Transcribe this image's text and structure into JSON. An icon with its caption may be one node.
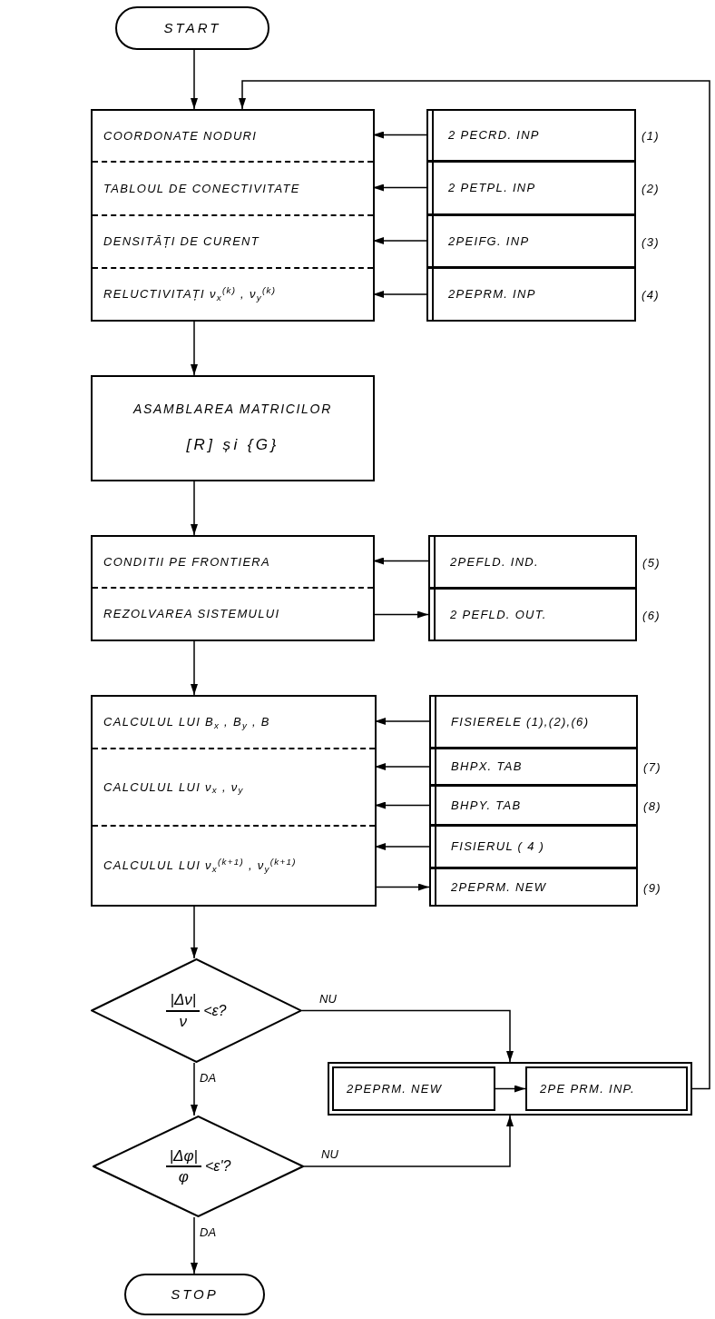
{
  "diagram": {
    "nodes": [
      {
        "text": [
          "START"
        ]
      },
      {
        "text": [],
        "shape": "box"
      },
      {
        "text": [
          "COORDONATE NODURI"
        ],
        "in": 1
      },
      {
        "text": [
          "TABLOUL DE CONECTIVITATE"
        ],
        "in": 1
      },
      {
        "text": [
          "DENSITĂȚI DE CURENT"
        ],
        "in": 1
      },
      {
        "text": [
          "RELUCTIVITAȚI ν$_{x}$$^{(k)}$ , ν$_{y}$$^{(k)}$"
        ],
        "in": 1
      },
      {
        "text": [
          "2 PECRD. INP"
        ],
        "beside": [
          "(1)"
        ]
      },
      {
        "text": [
          "2 PETPL. INP"
        ],
        "beside": [
          "(2)"
        ]
      },
      {
        "text": [
          "2PEIFG. INP"
        ],
        "beside": [
          "(3)"
        ]
      },
      {
        "text": [
          "2PEPRM. INP"
        ],
        "beside": [
          "(4)"
        ]
      },
      {
        "text": [
          "ASAMBLAREA MATRICILOR",
          "[R] și {G}"
        ]
      },
      {
        "text": [],
        "shape": "box"
      },
      {
        "text": [
          "CONDITII PE FRONTIERA"
        ],
        "in": 11
      },
      {
        "text": [
          "REZOLVAREA SISTEMULUI"
        ],
        "in": 11
      },
      {
        "text": [
          "2PEFLD. IND."
        ],
        "beside": [
          "(5)"
        ]
      },
      {
        "text": [
          "2 PEFLD. OUT."
        ],
        "beside": [
          "(6)"
        ]
      },
      {
        "text": [],
        "shape": "box"
      },
      {
        "text": [
          "CALCULUL LUI B$_{x}$ , B$_{y}$ , B"
        ],
        "in": 16
      },
      {
        "text": [
          "CALCULUL LUI ν$_{x}$ , ν$_{y}$"
        ],
        "in": 16
      },
      {
        "text": [
          "CALCULUL LUI ν$_{x}$$^{(k+1)}$ , ν$_{y}$$^{(k+1)}$"
        ],
        "in": 16
      },
      {
        "text": [
          "FISIERELE (1),(2),(6)"
        ]
      },
      {
        "text": [
          "BHPX. TAB"
        ],
        "beside": [
          "(7)"
        ]
      },
      {
        "text": [
          "BHPY. TAB"
        ],
        "beside": [
          "(8)"
        ]
      },
      {
        "text": [
          "FISIERUL ( 4 )"
        ]
      },
      {
        "text": [
          "2PEPRM. NEW"
        ],
        "beside": [
          "(9)"
        ]
      },
      {
        "text": [
          "|Δν|",
          "ν",
          "<ε?"
        ]
      },
      {
        "text": [
          "|Δφ|",
          "φ",
          "<ε'?"
        ]
      },
      {
        "text": [],
        "shape": "box"
      },
      {
        "text": [
          "2PEPRM. NEW"
        ],
        "in": 27
      },
      {
        "text": [
          "2PE PRM. INP."
        ],
        "in": 27
      },
      {
        "text": [
          "STOP"
        ]
      }
    ],
    "edges": [
      {
        "from": 0,
        "to": 1,
        "arrow": "to"
      },
      {
        "from": 6,
        "to": 2,
        "arrow": "to"
      },
      {
        "from": 7,
        "to": 3,
        "arrow": "to"
      },
      {
        "from": 8,
        "to": 4,
        "arrow": "to"
      },
      {
        "from": 9,
        "to": 5,
        "arrow": "to"
      },
      {
        "from": 1,
        "to": 10,
        "arrow": "to"
      },
      {
        "from": 10,
        "to": 11,
        "arrow": "to"
      },
      {
        "from": 14,
        "to": 12,
        "arrow": "to"
      },
      {
        "from": 13,
        "to": 15,
        "arrow": "to"
      },
      {
        "from": 11,
        "to": 16,
        "arrow": "to"
      },
      {
        "from": 20,
        "to": 17,
        "arrow": "to"
      },
      {
        "from": 21,
        "to": 18,
        "arrow": "to"
      },
      {
        "from": 22,
        "to": 18,
        "arrow": "to"
      },
      {
        "from": 23,
        "to": 19,
        "arrow": "to"
      },
      {
        "from": 19,
        "to": 24,
        "arrow": "to"
      },
      {
        "from": 16,
        "to": 25,
        "arrow": "to"
      },
      {
        "from": 25,
        "to": 27,
        "arrow": "to",
        "label": "NU"
      },
      {
        "from": 25,
        "to": 26,
        "arrow": "to",
        "label": "DA"
      },
      {
        "from": 26,
        "to": 27,
        "arrow": "to",
        "label": "NU"
      },
      {
        "from": 26,
        "to": 30,
        "arrow": "to",
        "label": "DA"
      },
      {
        "from": 28,
        "to": 29,
        "arrow": "to"
      },
      {
        "from": 27,
        "to": 1,
        "arrow": "to"
      }
    ]
  }
}
